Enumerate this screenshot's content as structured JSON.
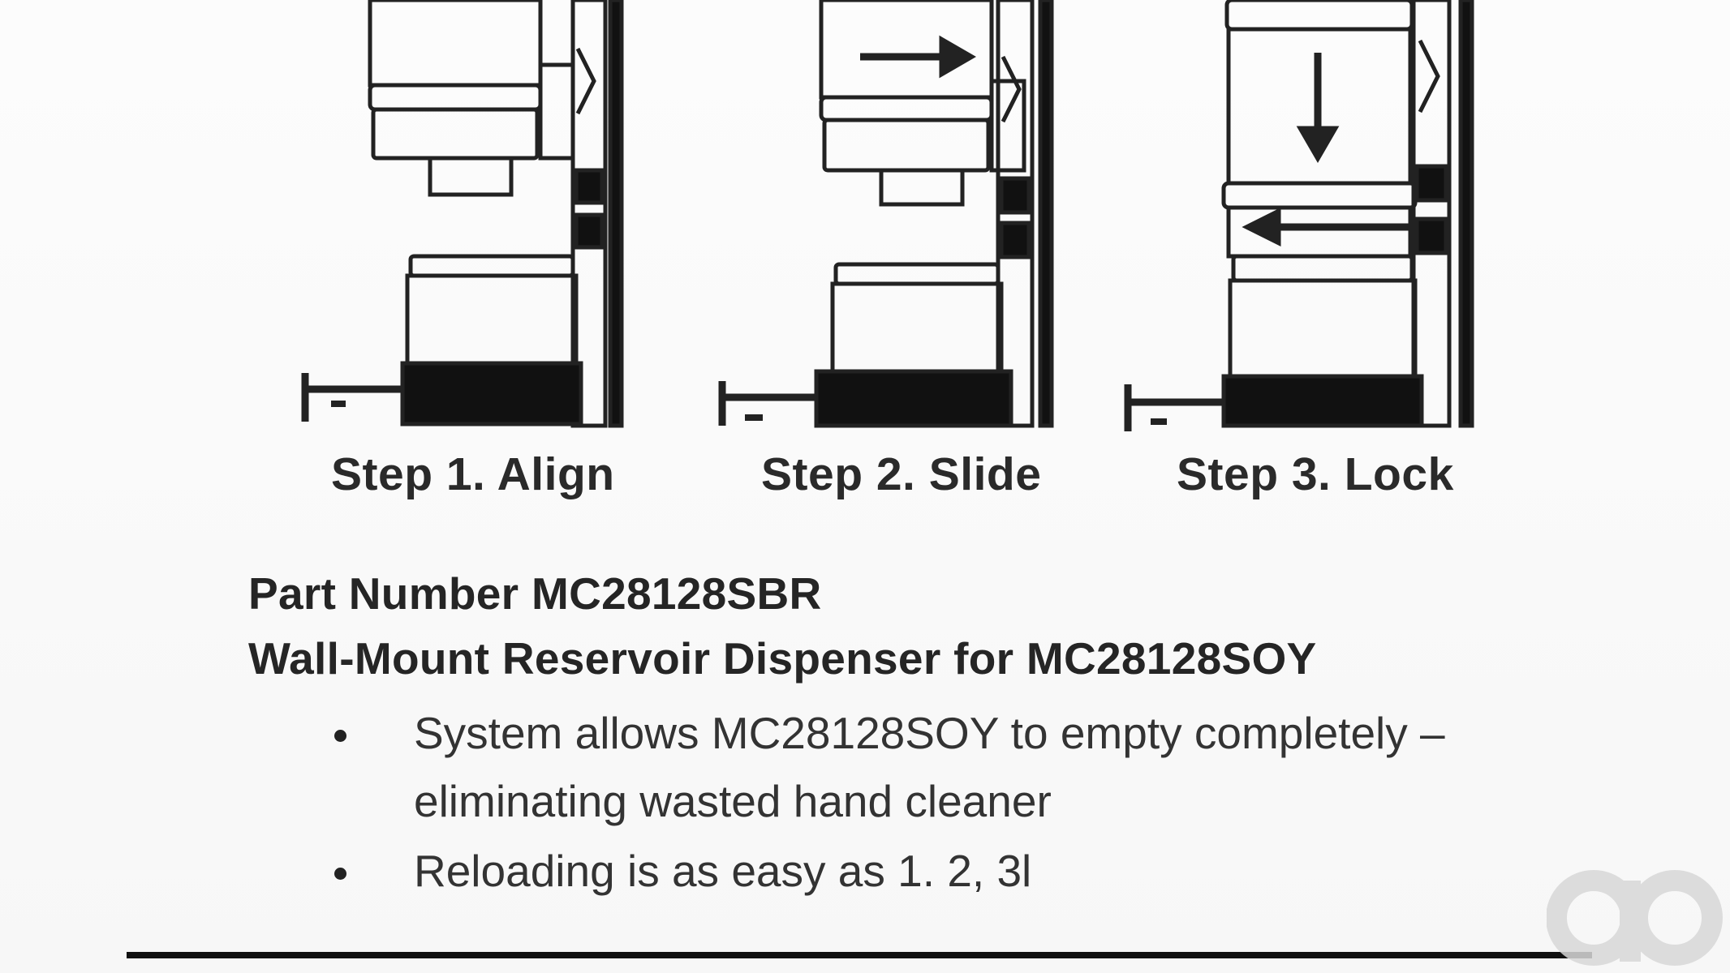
{
  "steps": [
    {
      "label": "Step 1. Align"
    },
    {
      "label": "Step 2. Slide"
    },
    {
      "label": "Step 3. Lock"
    }
  ],
  "product": {
    "part_number": "Part Number MC28128SBR",
    "title": "Wall-Mount Reservoir Dispenser for MC28128SOY"
  },
  "features": [
    {
      "text": "System allows MC28128SOY to empty completely – eliminating wasted hand cleaner"
    },
    {
      "text": "Reloading is as easy as 1. 2, 3l"
    }
  ],
  "watermark": {
    "text": "ao",
    "color": "#dcdcdc"
  }
}
